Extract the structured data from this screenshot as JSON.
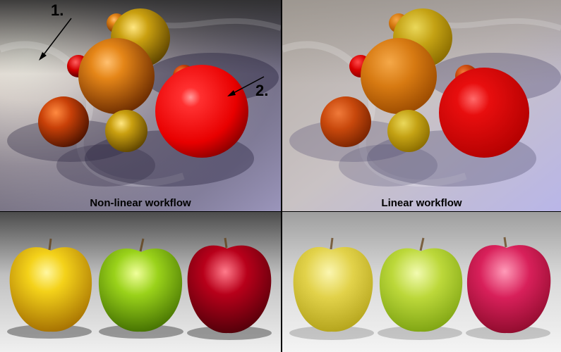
{
  "captions": {
    "left": "Non-linear workflow",
    "right": "Linear workflow"
  },
  "annotations": {
    "marker1": "1.",
    "marker2": "2."
  }
}
